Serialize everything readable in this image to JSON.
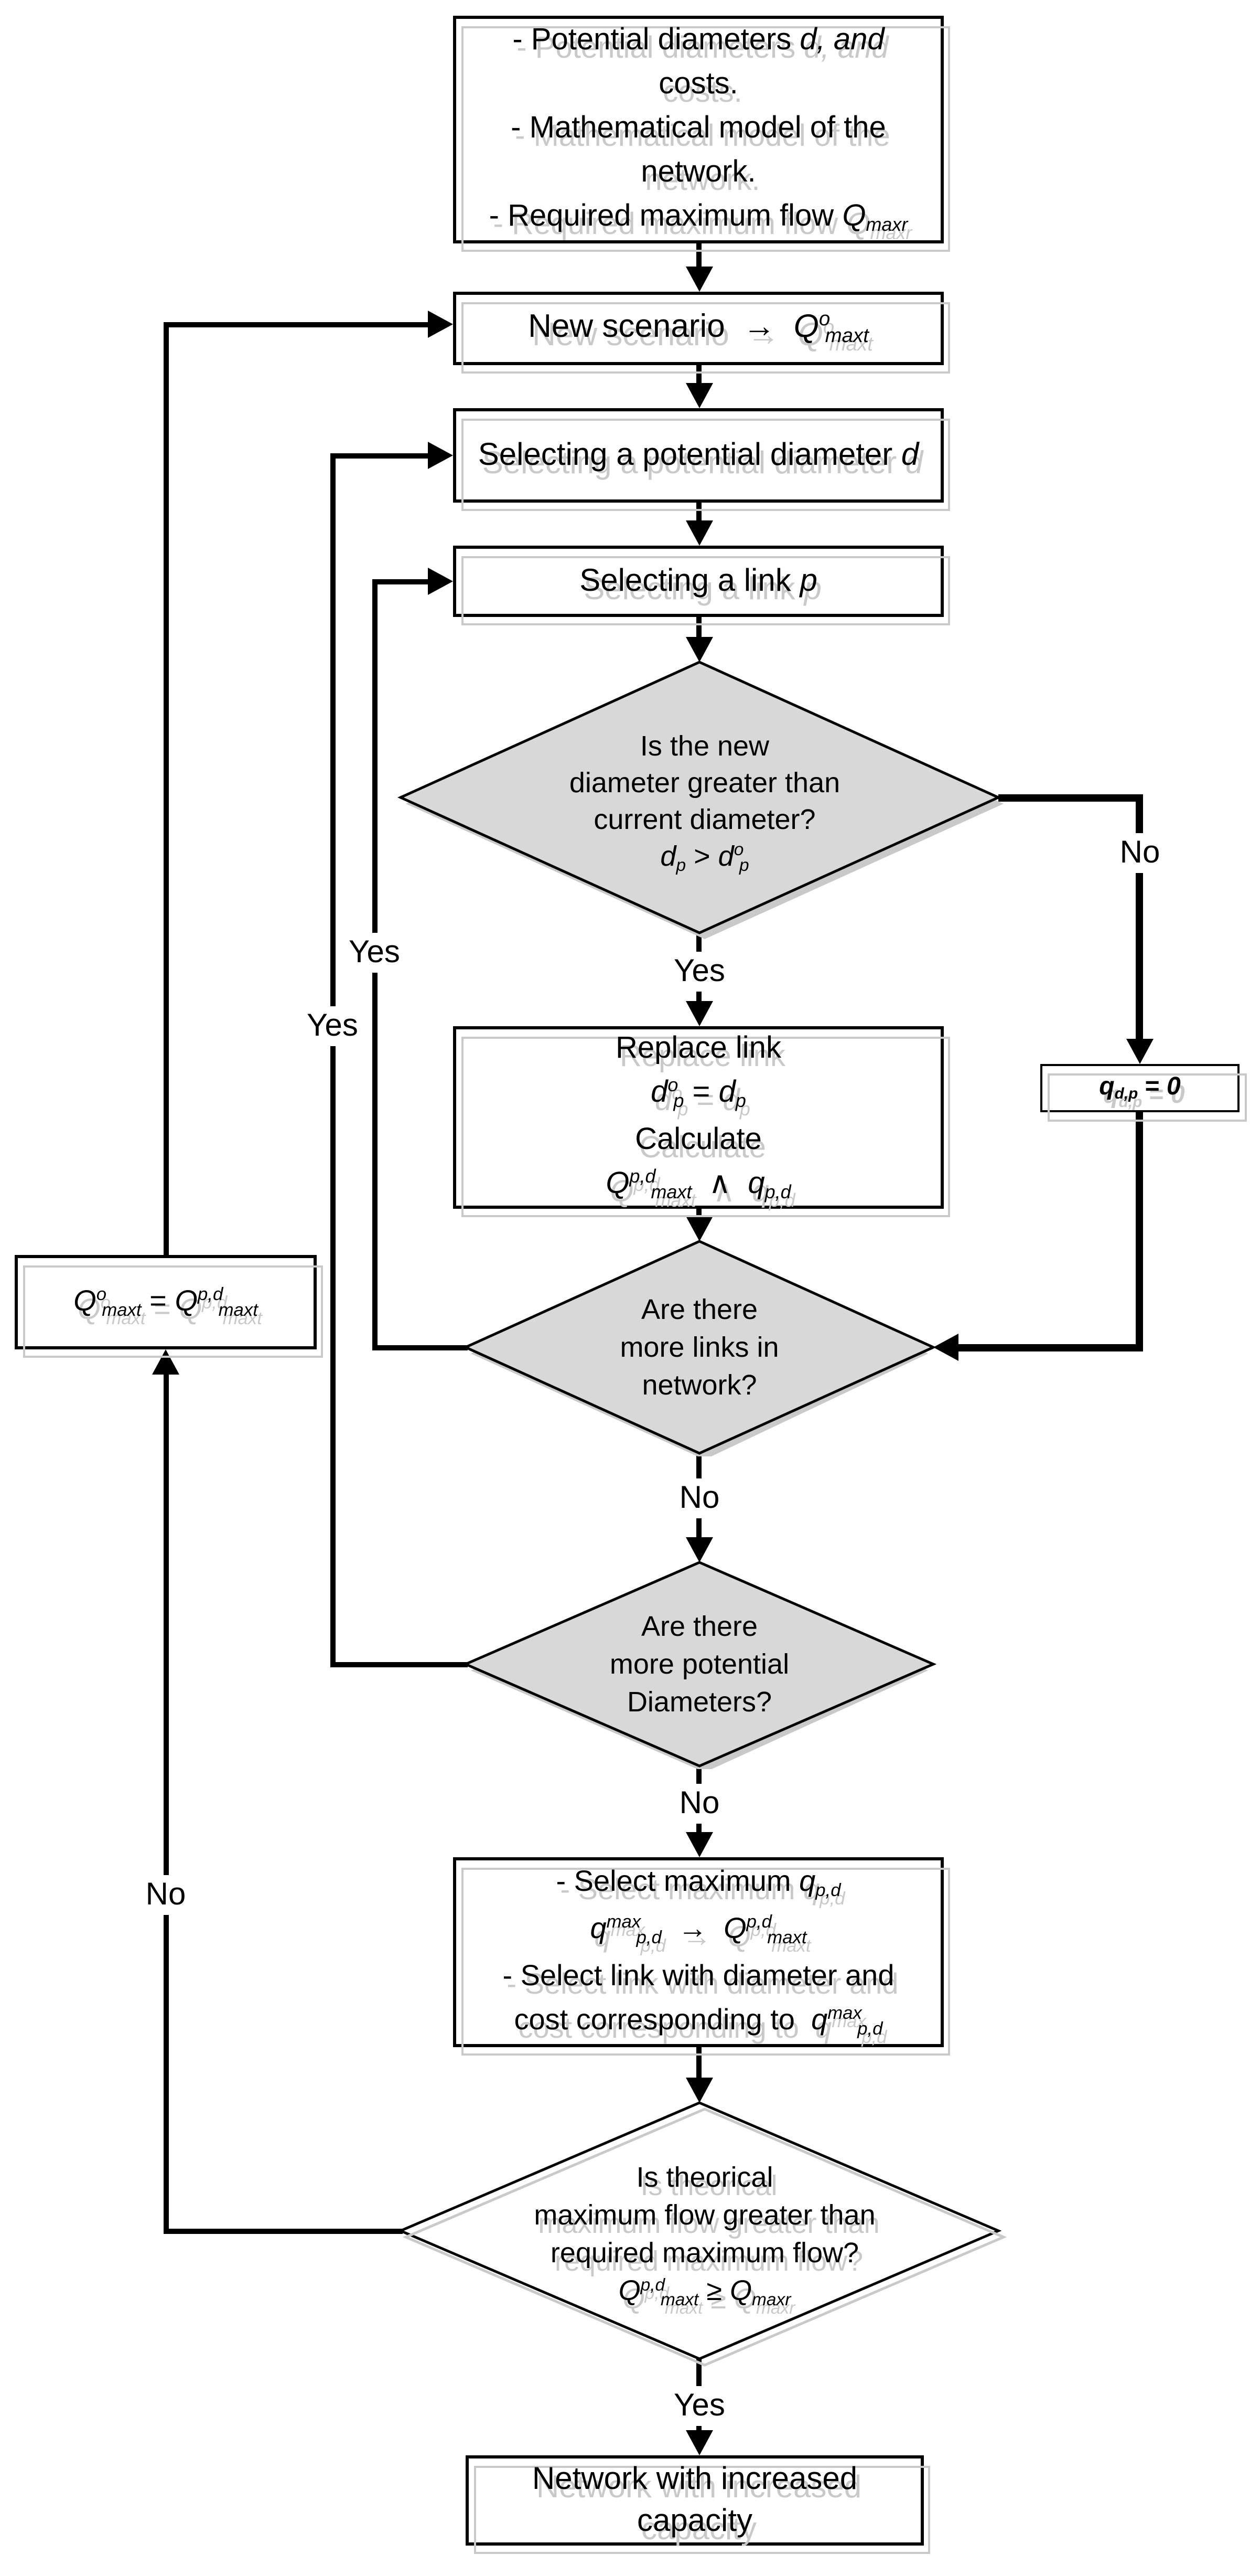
{
  "colors": {
    "diamond_fill": "#d8d8d8",
    "shadow": "#c9c9c9",
    "line": "#000000",
    "box_fill": "#ffffff",
    "text": "#000000"
  },
  "nodes": {
    "start": {
      "lines": [
        [
          {
            "s": "t",
            "v": "- Potential diameters "
          },
          {
            "s": "i",
            "v": "d, and"
          }
        ],
        [
          {
            "s": "t",
            "v": "costs."
          }
        ],
        [
          {
            "s": "t",
            "v": "- Mathematical model of the"
          }
        ],
        [
          {
            "s": "t",
            "v": "network."
          }
        ],
        [
          {
            "s": "t",
            "v": "- Required maximum flow "
          },
          {
            "s": "i",
            "v": "Q"
          },
          {
            "s": "sub",
            "v": "maxr"
          }
        ]
      ]
    },
    "new_scenario": {
      "lines": [
        [
          {
            "s": "t",
            "v": "New scenario  "
          },
          {
            "s": "t",
            "v": "→"
          },
          {
            "s": "t",
            "v": "  "
          },
          {
            "s": "i",
            "v": "Q"
          },
          {
            "s": "sup",
            "v": "o"
          },
          {
            "s": "sub",
            "v": "maxt"
          }
        ]
      ]
    },
    "select_diameter": {
      "lines": [
        [
          {
            "s": "t",
            "v": "Selecting a potential diameter "
          },
          {
            "s": "i",
            "v": "d"
          }
        ]
      ]
    },
    "select_link": {
      "lines": [
        [
          {
            "s": "t",
            "v": "Selecting a link "
          },
          {
            "s": "i",
            "v": "p"
          }
        ]
      ]
    },
    "decision_new_diameter": {
      "lines": [
        [
          {
            "s": "t",
            "v": "Is the new"
          }
        ],
        [
          {
            "s": "t",
            "v": "diameter greater than"
          }
        ],
        [
          {
            "s": "t",
            "v": "current diameter?"
          }
        ],
        [
          {
            "s": "i",
            "v": "d"
          },
          {
            "s": "sub",
            "v": "p"
          },
          {
            "s": "t",
            "v": " > "
          },
          {
            "s": "i",
            "v": "d"
          },
          {
            "s": "sup",
            "v": "o"
          },
          {
            "s": "sub",
            "v": "p"
          }
        ]
      ]
    },
    "replace_link": {
      "lines": [
        [
          {
            "s": "t",
            "v": "Replace link"
          }
        ],
        [
          {
            "s": "i",
            "v": "d"
          },
          {
            "s": "sup",
            "v": "o"
          },
          {
            "s": "sub",
            "v": "p"
          },
          {
            "s": "t",
            "v": " = "
          },
          {
            "s": "i",
            "v": "d"
          },
          {
            "s": "sub",
            "v": "p"
          }
        ],
        [
          {
            "s": "t",
            "v": "Calculate"
          }
        ],
        [
          {
            "s": "i",
            "v": "Q"
          },
          {
            "s": "sup",
            "v": "p,d"
          },
          {
            "s": "sub",
            "v": "maxt"
          },
          {
            "s": "t",
            "v": "  ∧  "
          },
          {
            "s": "i",
            "v": "q"
          },
          {
            "s": "sub",
            "v": "p,d"
          }
        ]
      ]
    },
    "q_zero": {
      "lines": [
        [
          {
            "s": "i",
            "v": "q"
          },
          {
            "s": "sub",
            "v": "d,p"
          },
          {
            "s": "t",
            "v": " = "
          },
          {
            "s": "i",
            "v": "0"
          }
        ]
      ]
    },
    "decision_more_links": {
      "lines": [
        [
          {
            "s": "t",
            "v": "Are there"
          }
        ],
        [
          {
            "s": "t",
            "v": "more links in"
          }
        ],
        [
          {
            "s": "t",
            "v": "network?"
          }
        ]
      ]
    },
    "decision_more_diameters": {
      "lines": [
        [
          {
            "s": "t",
            "v": "Are there"
          }
        ],
        [
          {
            "s": "t",
            "v": "more potential"
          }
        ],
        [
          {
            "s": "t",
            "v": "Diameters?"
          }
        ]
      ]
    },
    "select_max": {
      "lines": [
        [
          {
            "s": "t",
            "v": "- Select maximum "
          },
          {
            "s": "i",
            "v": "q"
          },
          {
            "s": "sub",
            "v": "p,d"
          }
        ],
        [
          {
            "s": "i",
            "v": "q"
          },
          {
            "s": "sup",
            "v": "max"
          },
          {
            "s": "sub",
            "v": "p,d"
          },
          {
            "s": "t",
            "v": "  →  "
          },
          {
            "s": "i",
            "v": "Q"
          },
          {
            "s": "sup",
            "v": "p,d"
          },
          {
            "s": "sub",
            "v": "maxt"
          }
        ],
        [
          {
            "s": "t",
            "v": "- Select link with diameter and"
          }
        ],
        [
          {
            "s": "t",
            "v": "cost corresponding to  "
          },
          {
            "s": "i",
            "v": "q"
          },
          {
            "s": "sup",
            "v": "max"
          },
          {
            "s": "sub",
            "v": "p,d"
          }
        ]
      ]
    },
    "decision_flow": {
      "lines": [
        [
          {
            "s": "t",
            "v": "Is theorical"
          }
        ],
        [
          {
            "s": "t",
            "v": "maximum flow greater than"
          }
        ],
        [
          {
            "s": "t",
            "v": "required maximum flow?"
          }
        ],
        [
          {
            "s": "i",
            "v": "Q"
          },
          {
            "s": "sup",
            "v": "p,d"
          },
          {
            "s": "sub",
            "v": "maxt"
          },
          {
            "s": "t",
            "v": " ≥ "
          },
          {
            "s": "i",
            "v": "Q"
          },
          {
            "s": "sub",
            "v": "maxr"
          }
        ]
      ]
    },
    "network": {
      "lines": [
        [
          {
            "s": "t",
            "v": "Network with increased"
          }
        ],
        [
          {
            "s": "t",
            "v": "capacity"
          }
        ]
      ]
    },
    "assign_qmax": {
      "lines": [
        [
          {
            "s": "i",
            "v": "Q"
          },
          {
            "s": "sup",
            "v": "o"
          },
          {
            "s": "sub",
            "v": "maxt"
          },
          {
            "s": "t",
            "v": " = "
          },
          {
            "s": "i",
            "v": "Q"
          },
          {
            "s": "sup",
            "v": "p,d"
          },
          {
            "s": "sub",
            "v": "maxt"
          }
        ]
      ]
    }
  },
  "labels": {
    "yes_new_diameter": "Yes",
    "no_new_diameter": "No",
    "yes_more_links": "Yes",
    "yes_more_diameters": "Yes",
    "no_more_links": "No",
    "no_more_diameters": "No",
    "no_flow": "No",
    "yes_flow": "Yes"
  }
}
